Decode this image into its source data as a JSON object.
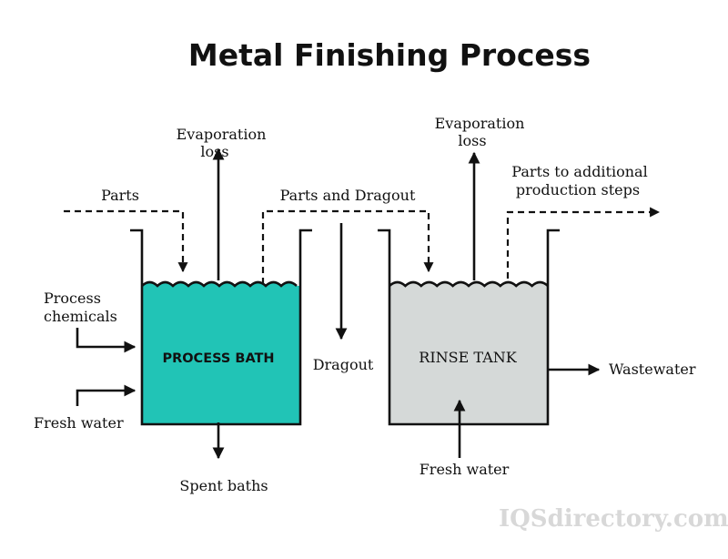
{
  "title": "Metal Finishing Process",
  "colors": {
    "process_bath": "#21c4b6",
    "rinse_tank": "#d5d9d8",
    "ink": "#111111"
  },
  "tanks": {
    "process_bath": {
      "label": "PROCESS BATH"
    },
    "rinse_tank": {
      "label": "RINSE TANK"
    }
  },
  "labels": {
    "evap1_l1": "Evaporation",
    "evap1_l2": "loss",
    "evap2_l1": "Evaporation",
    "evap2_l2": "loss",
    "parts": "Parts",
    "parts_and_dragout": "Parts and  Dragout",
    "parts_additional_l1": "Parts to additional",
    "parts_additional_l2": "production steps",
    "process_chemicals_l1": "Process",
    "process_chemicals_l2": "chemicals",
    "fresh_water_left": "Fresh water",
    "spent_baths": "Spent baths",
    "dragout": "Dragout",
    "wastewater": "Wastewater",
    "fresh_water_bottom": "Fresh water"
  },
  "watermark": "IQSdirectory.com"
}
